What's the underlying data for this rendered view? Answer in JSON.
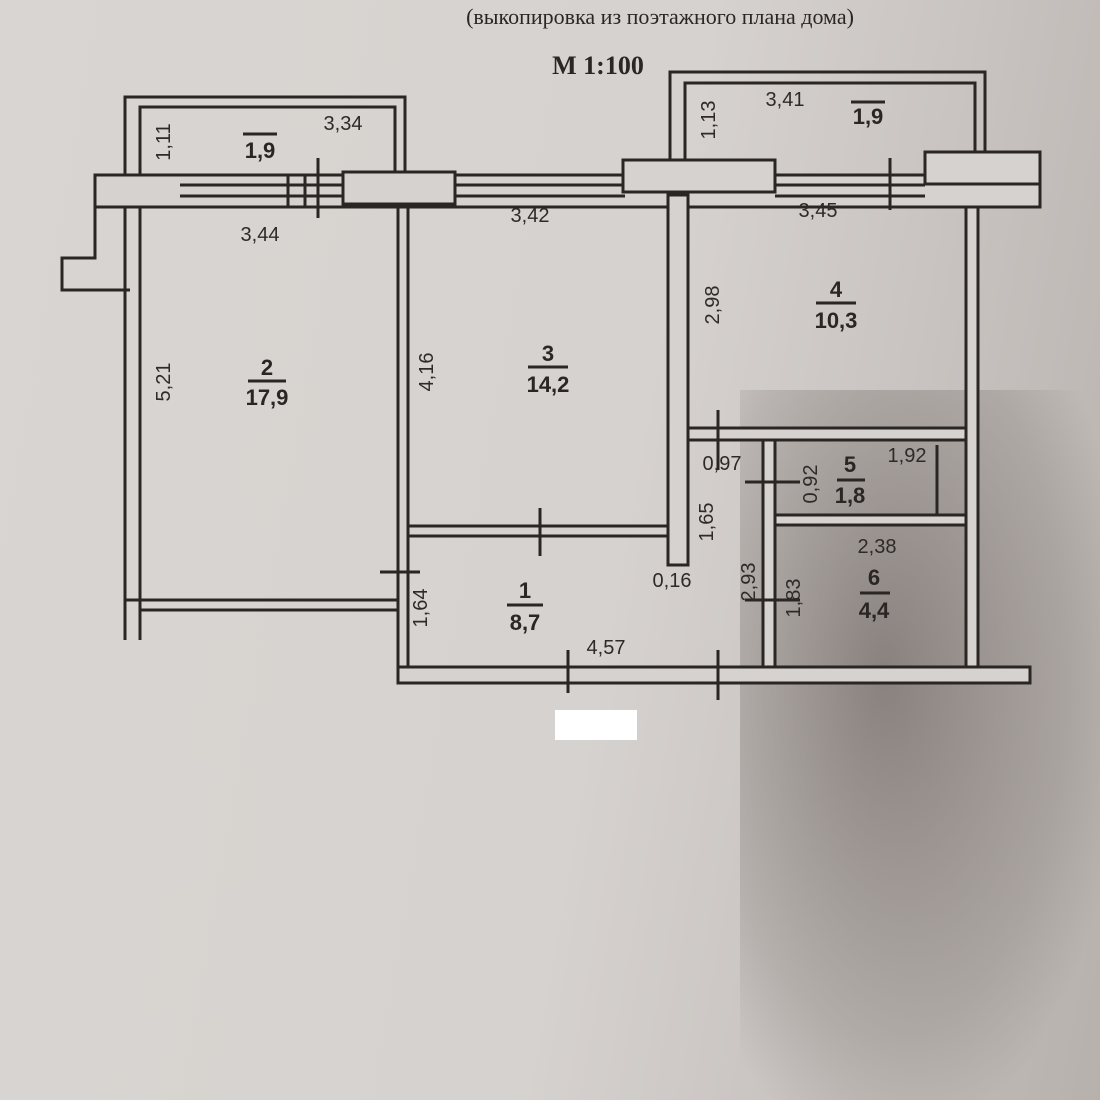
{
  "header": {
    "subtitle": "(выкопировка из поэтажного плана дома)",
    "scale": "М 1:100"
  },
  "rooms": [
    {
      "number": "1",
      "area": "8,7"
    },
    {
      "number": "2",
      "area": "17,9"
    },
    {
      "number": "3",
      "area": "14,2"
    },
    {
      "number": "4",
      "area": "10,3"
    },
    {
      "number": "5",
      "area": "1,8"
    },
    {
      "number": "6",
      "area": "4,4"
    }
  ],
  "balconies": [
    {
      "area": "1,9",
      "length": "3,34",
      "depth": "1,11"
    },
    {
      "area": "1,9",
      "length": "3,41",
      "depth": "1,13"
    }
  ],
  "dimensions": {
    "room2_width": "3,44",
    "room2_length": "5,21",
    "room3_width": "3,42",
    "room3_length": "4,16",
    "room4_width": "3,45",
    "room4_length": "2,98",
    "room1_width": "4,57",
    "room1_depth": "1,64",
    "room1_side": "1,65",
    "wall_thickness": "0,16",
    "passage": "0,97",
    "room5_width": "1,92",
    "room5_depth": "0,92",
    "room6_width": "2,38",
    "room6_depth": "1,83",
    "corridor": "2,93"
  }
}
